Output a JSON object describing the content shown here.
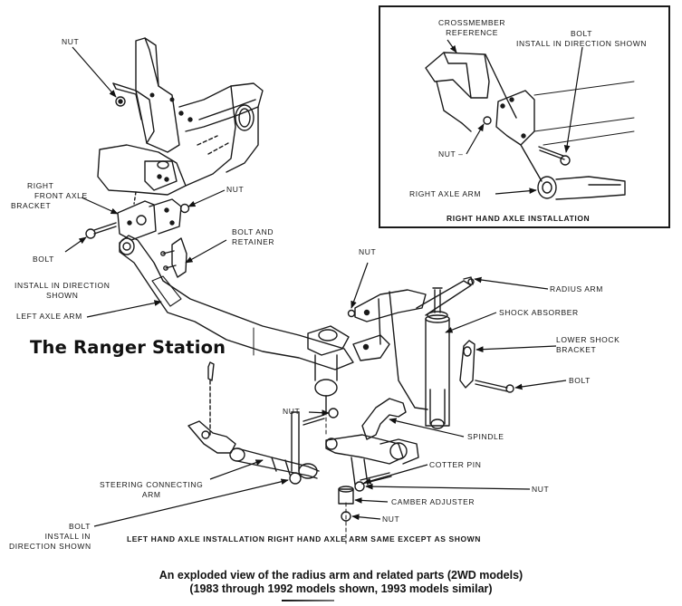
{
  "watermark": "The Ranger Station",
  "inset": {
    "title": "RIGHT HAND AXLE INSTALLATION",
    "labels": {
      "crossmember_1": "CROSSMEMBER",
      "crossmember_2": "REFERENCE",
      "bolt_1": "BOLT",
      "bolt_2": "INSTALL IN DIRECTION SHOWN",
      "nut": "NUT –",
      "right_axle_arm": "RIGHT AXLE ARM"
    }
  },
  "main": {
    "labels": {
      "nut_top": "NUT",
      "right_front_axle_bracket_1": "RIGHT",
      "right_front_axle_bracket_2": "FRONT AXLE",
      "right_front_axle_bracket_3": "BRACKET",
      "nut_bracket": "NUT",
      "bolt_bracket": "BOLT",
      "bolt_retainer_1": "BOLT AND",
      "bolt_retainer_2": "RETAINER",
      "install_dir_1": "INSTALL IN DIRECTION",
      "install_dir_2": "SHOWN",
      "left_axle_arm": "LEFT AXLE ARM",
      "nut_radius": "NUT",
      "radius_arm": "RADIUS ARM",
      "shock_absorber": "SHOCK ABSORBER",
      "lower_shock_bracket_1": "LOWER SHOCK",
      "lower_shock_bracket_2": "BRACKET",
      "bolt_shock": "BOLT",
      "nut_spindle": "NUT",
      "spindle": "SPINDLE",
      "cotter_pin": "COTTER PIN",
      "nut_cotter": "NUT",
      "camber_adjuster": "CAMBER ADJUSTER",
      "nut_bottom": "NUT",
      "steering_arm_1": "STEERING CONNECTING",
      "steering_arm_2": "ARM",
      "bolt_bottom_1": "BOLT",
      "bolt_bottom_2": "INSTALL IN",
      "bolt_bottom_3": "DIRECTION SHOWN",
      "bottom_note": "LEFT HAND AXLE INSTALLATION RIGHT HAND AXLE ARM SAME EXCEPT AS SHOWN"
    }
  },
  "caption": {
    "line1": "An exploded view of the radius arm and related parts (2WD models)",
    "line2": "(1983 through 1992 models shown, 1993 models similar)"
  }
}
